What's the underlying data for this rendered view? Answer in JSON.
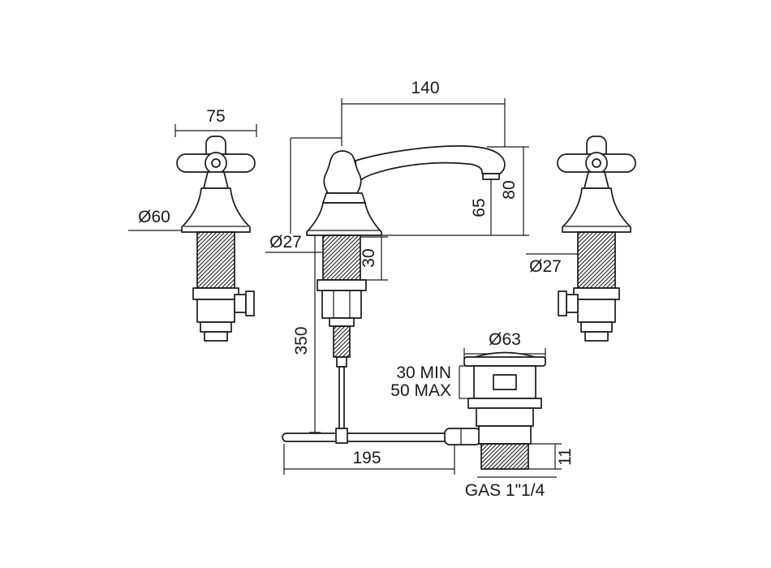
{
  "page": {
    "background": "#ffffff",
    "ink": "#1a1a1a",
    "subject": "3-hole basin tap with cross handles and pop-up waste - dimension drawing"
  },
  "labels": {
    "handle_width": "75",
    "handle_diameter": "Ø60",
    "spout_reach": "140",
    "height_total": "80",
    "height_spout": "65",
    "body_diameter": "Ø27",
    "thread_length": "30",
    "rod_length": "350",
    "valve_diameter": "Ø27",
    "waste_diameter": "Ø63",
    "deck_min": "30 MIN",
    "deck_max": "50 MAX",
    "lever_length": "195",
    "outlet_height": "11",
    "waste_thread": "GAS 1\"1/4"
  }
}
